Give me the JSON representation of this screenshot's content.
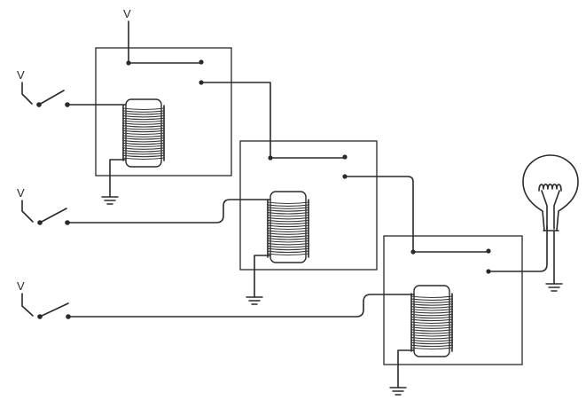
{
  "diagram": {
    "supply_label": "V",
    "input_labels": [
      "V",
      "V",
      "V"
    ]
  }
}
